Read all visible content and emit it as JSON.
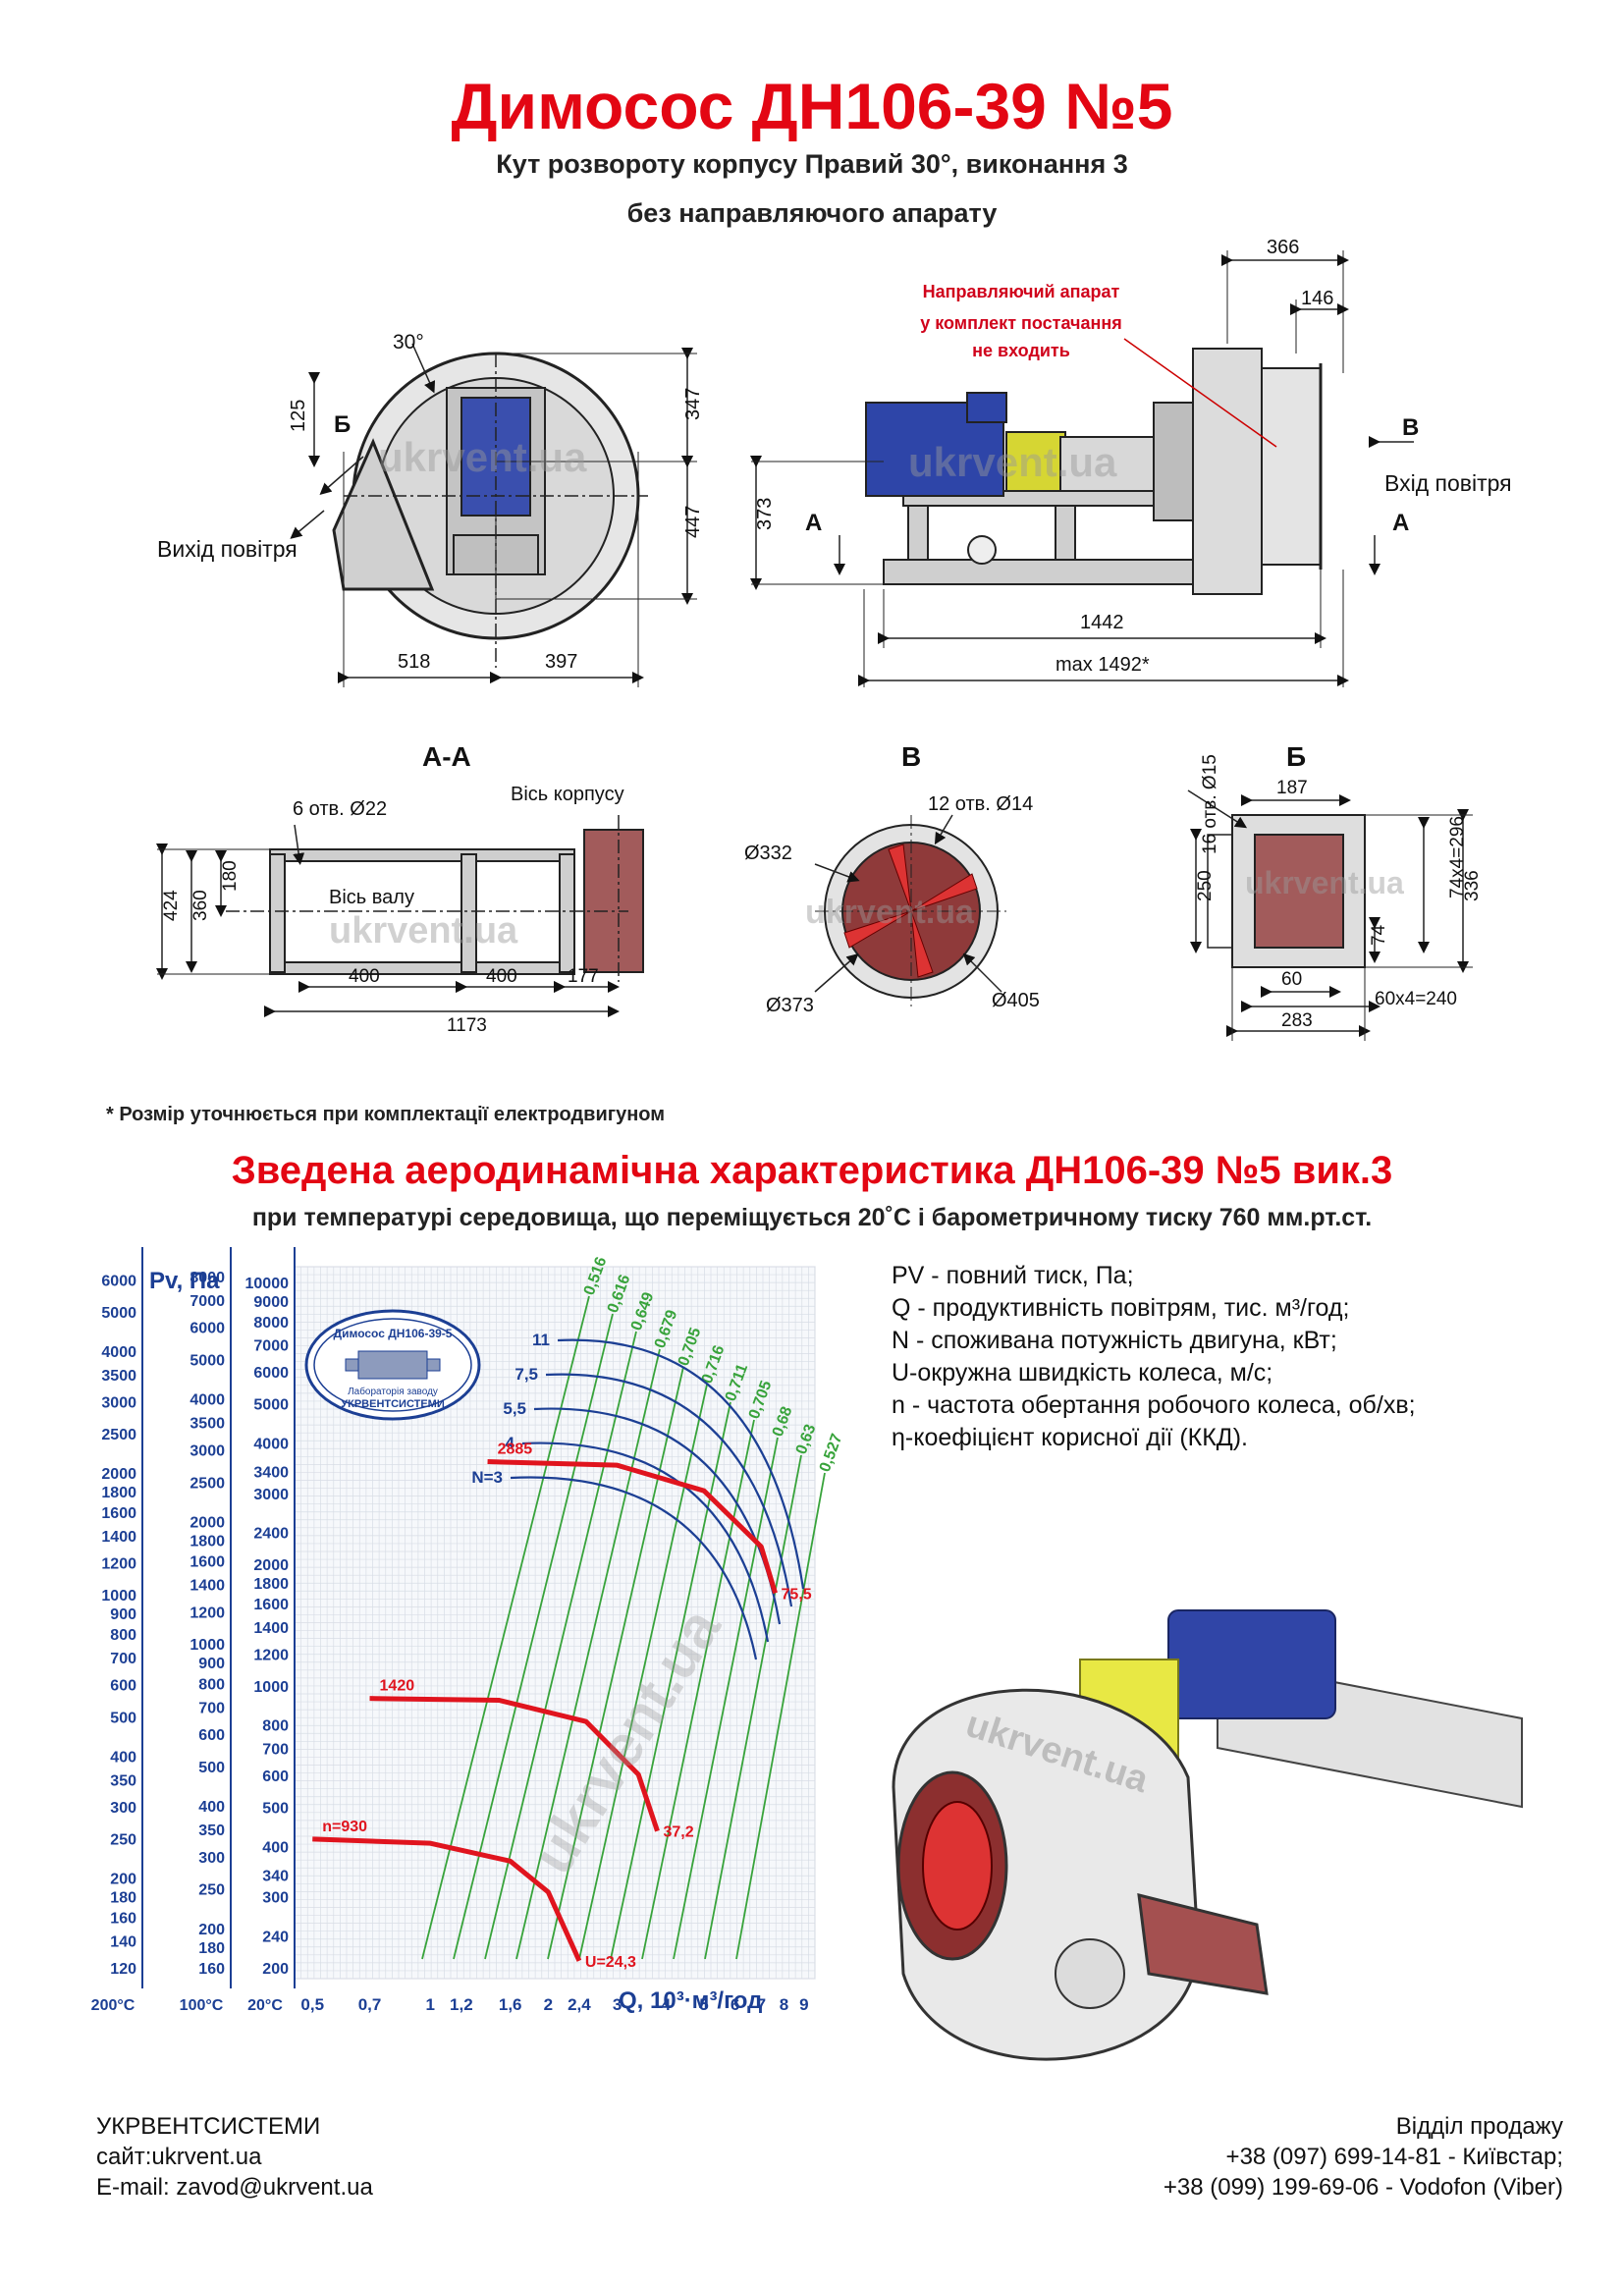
{
  "header": {
    "title": "Димосос  ДН106-39 №5",
    "subtitle1": "Кут розвороту корпусу Правий 30°, виконання 3",
    "subtitle2": "без направляючого апарату"
  },
  "drawing": {
    "angle": "30°",
    "label_b": "Б",
    "label_v": "В",
    "label_a": "А",
    "outlet": "Вихід повітря",
    "inlet": "Вхід повітря",
    "guide_note": [
      "Направляючий апарат",
      "у комплект постачання",
      "не входить"
    ],
    "dims_front": [
      "125",
      "347",
      "447",
      "518",
      "397"
    ],
    "dims_side": [
      "366",
      "146",
      "373",
      "1442",
      "max 1492*"
    ],
    "watermark": "ukrvent.ua",
    "section_aa": {
      "title": "А-А",
      "holes": "6 отв. Ø22",
      "axis_body": "Вісь корпусу",
      "axis_shaft": "Вісь валу",
      "dims": [
        "424",
        "360",
        "180",
        "400",
        "400",
        "177",
        "1173"
      ]
    },
    "section_v": {
      "title": "В",
      "holes": "12 отв. Ø14",
      "dims": [
        "Ø332",
        "Ø373",
        "Ø405"
      ]
    },
    "section_b": {
      "title": "Б",
      "holes": "16 отв. Ø15",
      "dims": [
        "187",
        "250",
        "74x4=296",
        "336",
        "74",
        "60",
        "60x4=240",
        "283"
      ]
    }
  },
  "note": "* Розмір уточнюється при комплектації електродвигуном",
  "chart_title": "Зведена аеродинамічна характеристика ДН106-39 №5 вик.3",
  "chart_subtitle": "при температурі середовища, що переміщується 20˚С і барометричному тиску 760 мм.рт.ст.",
  "legend": [
    "PV - повний тиск, Па;",
    "Q - продуктивність повітрям, тис. м³/год;",
    "N - споживана потужність двигуна, кВт;",
    "U-окружна швидкість колеса, м/с;",
    "n - частота обертання робочого колеса, об/хв;",
    "η-коефіцієнт корисної дії (ККД)."
  ],
  "stamp": {
    "top": "Димосос ДН106-39-5",
    "bottom1": "Лабораторія заводу",
    "bottom2": "УКРВЕНТСИСТЕМИ"
  },
  "chart_data": {
    "type": "line",
    "title": "Зведена аеродинамічна характеристика ДН106-39 №5 вик.3",
    "xlabel": "Q, 10³·м³/год",
    "ylabel": "Pv, Па",
    "x_scale": "log",
    "y_scale": "log",
    "x_ticks": [
      "0,5",
      "0,7",
      "1",
      "1,2",
      "1,6",
      "2",
      "2,4",
      "3",
      "4",
      "5",
      "6",
      "7",
      "8",
      "9"
    ],
    "x_tick_values": [
      0.5,
      0.7,
      1,
      1.2,
      1.6,
      2,
      2.4,
      3,
      4,
      5,
      6,
      7,
      8,
      9
    ],
    "temperature_labels": [
      "200°C",
      "100°C",
      "20°C"
    ],
    "y_axes": [
      {
        "name": "200°C",
        "ticks": [
          6000,
          5000,
          4000,
          3500,
          3000,
          2500,
          2000,
          1800,
          1600,
          1400,
          1200,
          1000,
          900,
          800,
          700,
          600,
          500,
          400,
          350,
          300,
          250,
          200,
          180,
          160,
          140,
          120
        ]
      },
      {
        "name": "100°C",
        "ticks": [
          8000,
          7000,
          6000,
          5000,
          4000,
          3500,
          3000,
          2500,
          2000,
          1800,
          1600,
          1400,
          1200,
          1000,
          900,
          800,
          700,
          600,
          500,
          400,
          350,
          300,
          250,
          200,
          180,
          160
        ]
      },
      {
        "name": "20°C",
        "ticks": [
          10000,
          9000,
          8000,
          7000,
          6000,
          5000,
          4000,
          3400,
          3000,
          2400,
          2000,
          1800,
          1600,
          1400,
          1200,
          1000,
          800,
          700,
          600,
          500,
          400,
          340,
          300,
          240,
          200
        ]
      }
    ],
    "speed_curves": [
      {
        "name": "n=930",
        "start_label": "n=930",
        "end_label": "U=24,3",
        "points": [
          [
            0.5,
            410
          ],
          [
            1.0,
            400
          ],
          [
            1.6,
            360
          ],
          [
            2.0,
            300
          ],
          [
            2.4,
            200
          ]
        ]
      },
      {
        "name": "n=1420",
        "start_label": "1420",
        "end_label": "37,2",
        "points": [
          [
            0.7,
            940
          ],
          [
            1.5,
            930
          ],
          [
            2.5,
            820
          ],
          [
            3.4,
            600
          ],
          [
            3.8,
            430
          ]
        ]
      },
      {
        "name": "n=2885",
        "start_label": "2885",
        "end_label": "75,5",
        "points": [
          [
            1.4,
            3800
          ],
          [
            3.0,
            3720
          ],
          [
            5.0,
            3200
          ],
          [
            7.0,
            2300
          ],
          [
            7.6,
            1750
          ]
        ]
      }
    ],
    "power_labels": [
      "N=3",
      "4",
      "5,5",
      "7,5",
      "11"
    ],
    "efficiency_labels": [
      "0,516",
      "0,616",
      "0,649",
      "0,679",
      "0,705",
      "0,716",
      "0,711",
      "0,705",
      "0,68",
      "0,63",
      "0,527"
    ]
  },
  "footer": {
    "company": "УКРВЕНТСИСТЕМИ",
    "site": "сайт:ukrvent.ua",
    "email": "E-mail: zavod@ukrvent.ua",
    "dept": "Відділ продажу",
    "phone1": "+38 (097) 699-14-81 - Київстар;",
    "phone2": "+38 (099) 199-69-06 - Vodofon (Viber)"
  }
}
